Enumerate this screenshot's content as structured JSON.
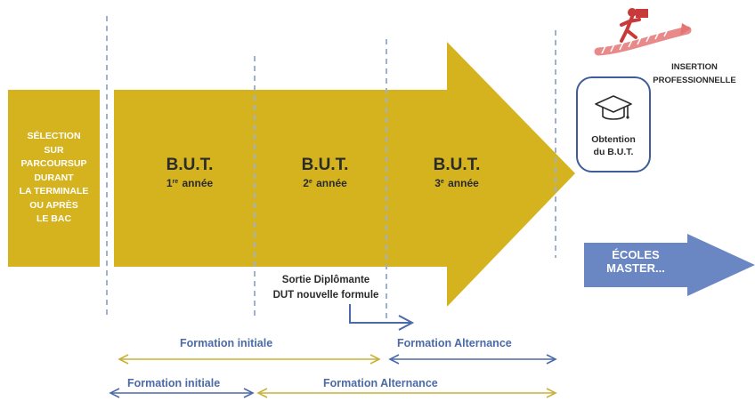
{
  "selection": {
    "text": "SÉLECTION\nSUR\nPARCOURSUP\nDURANT\nLA TERMINALE\nOU APRÈS\nLE BAC"
  },
  "years": [
    {
      "title": "B.U.T.",
      "num": "1",
      "sup": "re",
      "label": "année"
    },
    {
      "title": "B.U.T.",
      "num": "2",
      "sup": "e",
      "label": "année"
    },
    {
      "title": "B.U.T.",
      "num": "3",
      "sup": "e",
      "label": "année"
    }
  ],
  "sortie": {
    "line1": "Sortie Diplômante",
    "line2": "DUT nouvelle formule"
  },
  "obtention": {
    "text": "Obtention\ndu B.U.T.",
    "icon": "graduation-cap-icon"
  },
  "insertion": {
    "text": "INSERTION\nPROFESSIONNELLE",
    "icon": "runner-career-icon"
  },
  "ecoles": {
    "text": "ÉCOLES\nMASTER..."
  },
  "tracks": {
    "row1": {
      "initiale": "Formation initiale",
      "alternance": "Formation Alternance"
    },
    "row2": {
      "initiale": "Formation initiale",
      "alternance": "Formation Alternance"
    }
  },
  "colors": {
    "gold": "#d5b31f",
    "blue": "#4b6aa8",
    "dashed": "#9fb1cf",
    "text": "#2b2b2b"
  }
}
